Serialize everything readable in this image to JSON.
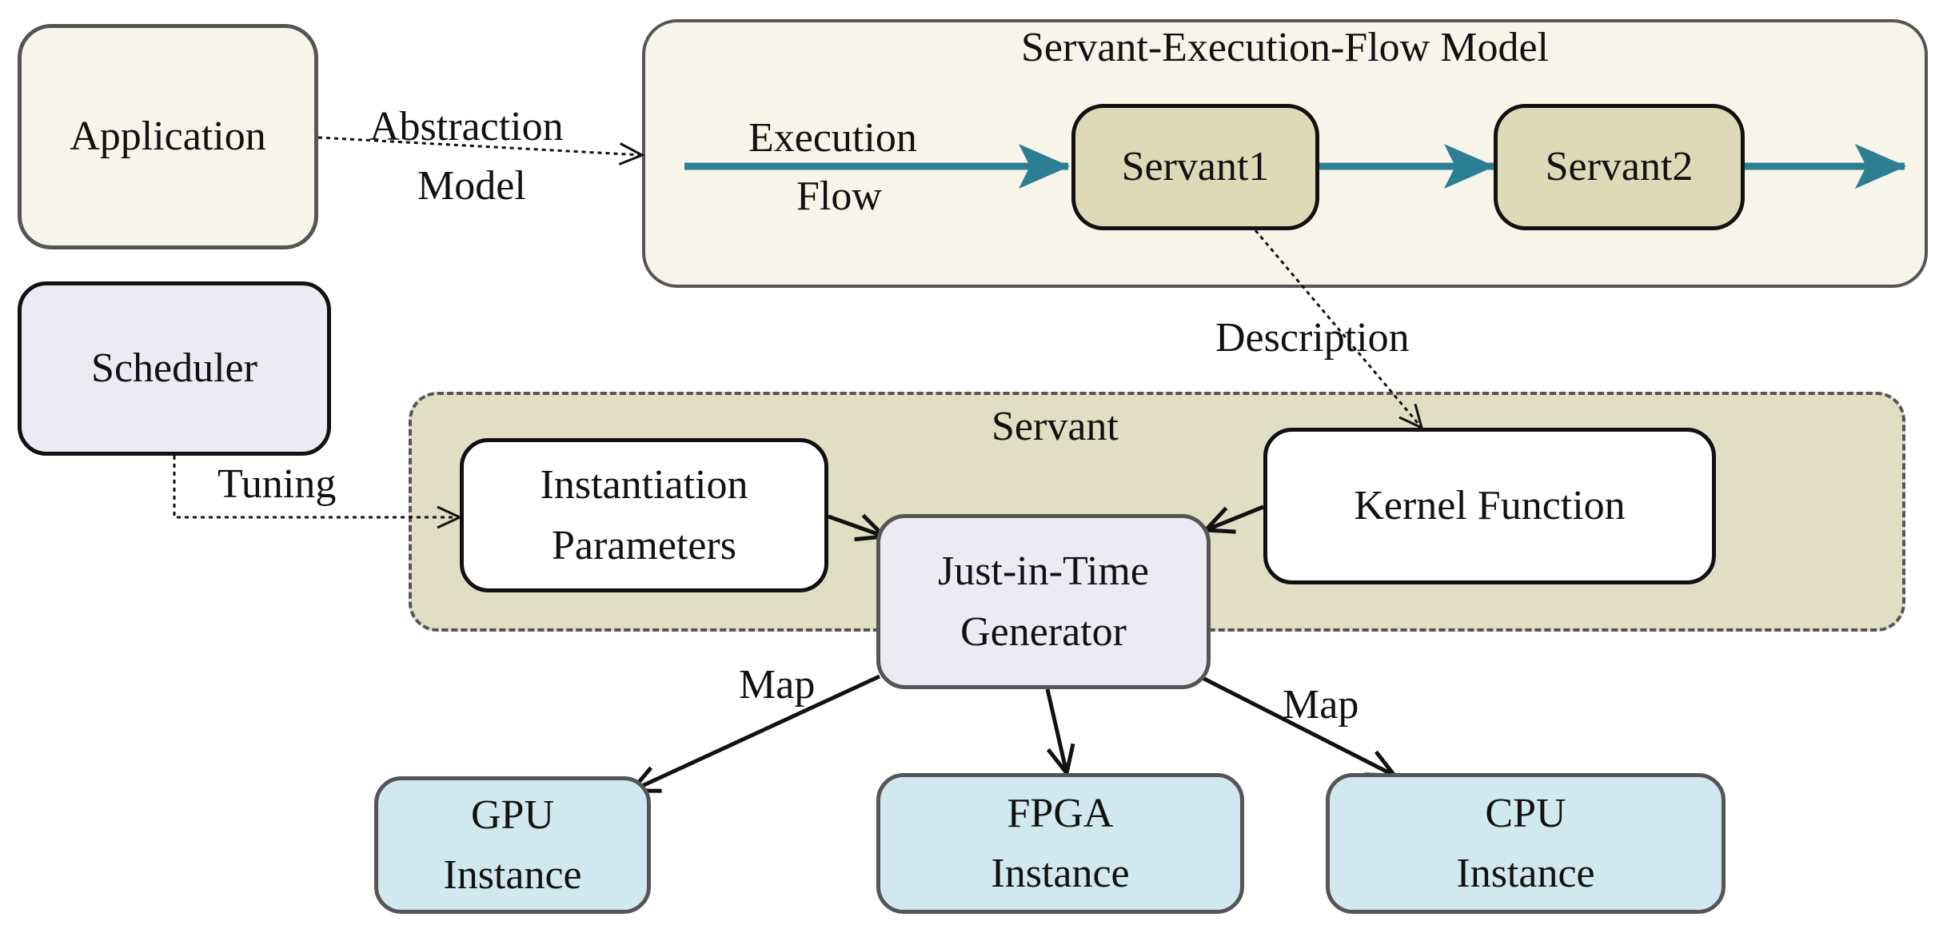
{
  "colors": {
    "cream": "#f7f4ea",
    "olive_fill": "#e0dfc3",
    "servant_node": "#dcdab7",
    "lavender": "#ecebf4",
    "instance_blue": "#d2e8f0",
    "border": "#555555",
    "flow_arrow": "#2c7f93",
    "line": "#111111"
  },
  "nodes": {
    "application": "Application",
    "scheduler": "Scheduler",
    "servant1": "Servant1",
    "servant2": "Servant2",
    "instantiation": [
      "Instantiation",
      "Parameters"
    ],
    "kernel": "Kernel Function",
    "jit": [
      "Just-in-Time",
      "Generator"
    ],
    "gpu": [
      "GPU",
      "Instance"
    ],
    "fpga": [
      "FPGA",
      "Instance"
    ],
    "cpu": [
      "CPU",
      "Instance"
    ]
  },
  "groups": {
    "flow_model_title": "Servant-Execution-Flow Model",
    "servant_title": "Servant"
  },
  "edge_labels": {
    "abstraction": [
      "Abstraction",
      "Model"
    ],
    "execution_flow": [
      "Execution",
      "Flow"
    ],
    "description": "Description",
    "tuning": "Tuning",
    "map_left": "Map",
    "map_right": "Map"
  },
  "icons": [
    "arrowhead-icon"
  ]
}
